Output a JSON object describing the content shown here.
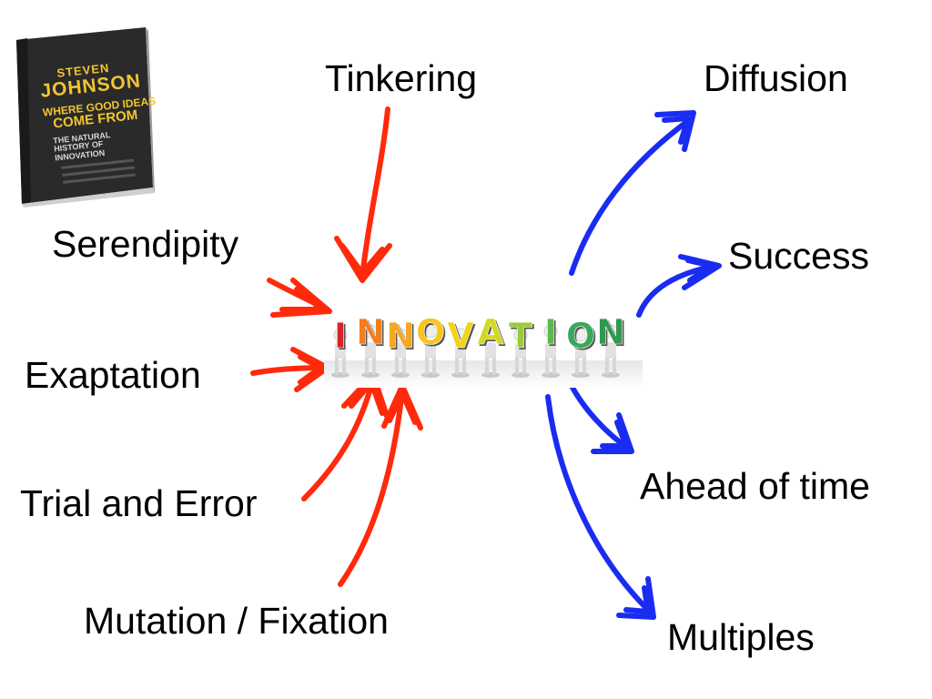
{
  "labels": {
    "tinkering": "Tinkering",
    "diffusion": "Diffusion",
    "serendipity": "Serendipity",
    "success": "Success",
    "exaptation": "Exaptation",
    "trial_and_error": "Trial and Error",
    "ahead_of_time": "Ahead of time",
    "mutation_fixation": "Mutation / Fixation",
    "multiples": "Multiples"
  },
  "book": {
    "author_first": "STEVEN",
    "author_last": "JOHNSON",
    "title_line1": "WHERE GOOD IDEAS",
    "title_line2": "COME FROM",
    "subtitle_line1": "THE NATURAL",
    "subtitle_line2": "HISTORY OF",
    "subtitle_line3": "INNOVATION"
  },
  "center": {
    "letters": [
      "I",
      "N",
      "N",
      "O",
      "V",
      "A",
      "T",
      "I",
      "O",
      "N"
    ],
    "letter_colors": [
      "#d8222a",
      "#f07f1d",
      "#f5a623",
      "#f7c51e",
      "#f3d21b",
      "#d3d922",
      "#9bcb3b",
      "#5cb84a",
      "#3aa85a",
      "#2e9a4f"
    ]
  },
  "colors": {
    "inputs": "#ff2a0c",
    "outputs": "#1a2cf2"
  }
}
